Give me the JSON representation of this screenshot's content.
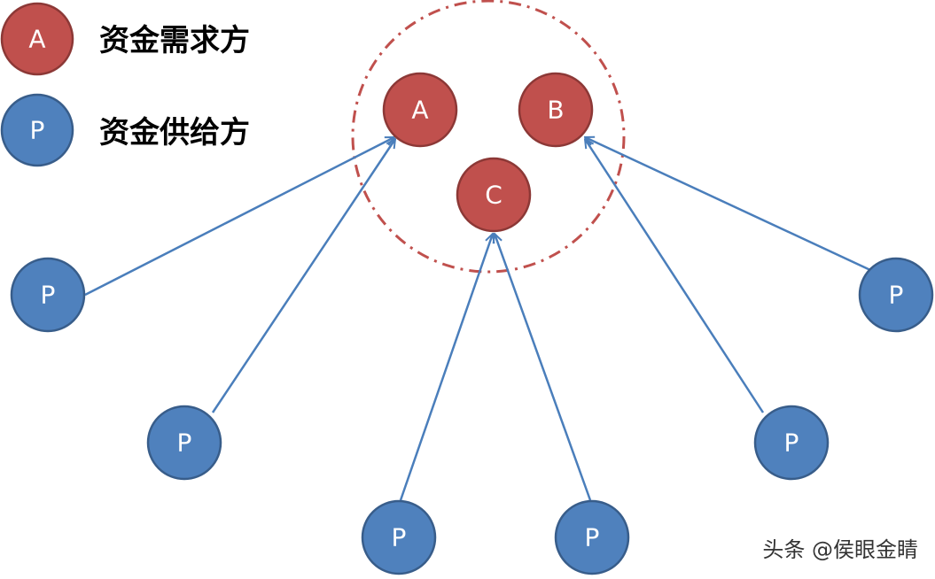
{
  "colors": {
    "demand_fill": "#c0504d",
    "demand_stroke": "#8c3836",
    "supply_fill": "#4f81bd",
    "supply_stroke": "#385d8a",
    "arrow": "#4a7ebb",
    "dash_circle": "#c0504d"
  },
  "legend": {
    "demand": {
      "symbol": "A",
      "label": "资金需求方"
    },
    "supply": {
      "symbol": "P",
      "label": "资金供给方"
    }
  },
  "demand_nodes": {
    "a": "A",
    "b": "B",
    "c": "C"
  },
  "supply_nodes": {
    "p1": "P",
    "p2": "P",
    "p3": "P",
    "p4": "P",
    "p5": "P",
    "p6": "P"
  },
  "watermark": "头条 @侯眼金睛"
}
